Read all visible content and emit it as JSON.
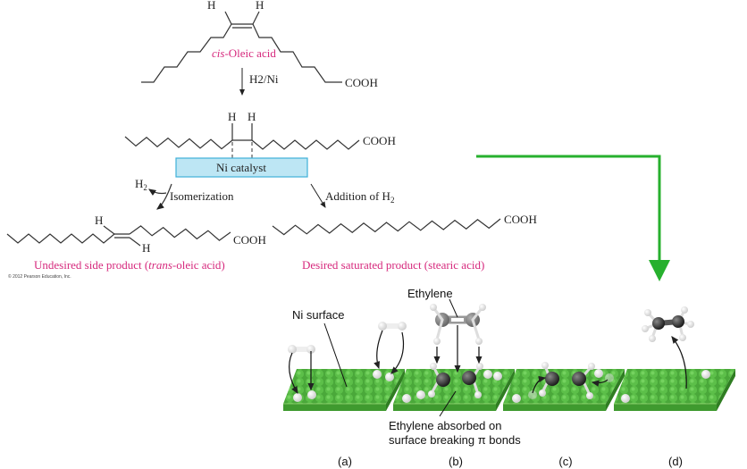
{
  "reaction": {
    "reactant_label_italic": "cis",
    "reactant_label_rest": "-Oleic acid",
    "reagent": "H2/Ni",
    "h_atom": "H",
    "cooh": "COOH",
    "catalyst_label": "Ni catalyst",
    "h2_label": "H2",
    "isomerization_label": "Isomerization",
    "addition_label": "Addition of H2",
    "side_product_pre": "Undesired side product (",
    "side_product_italic": "trans",
    "side_product_post": "-oleic acid)",
    "desired_product": "Desired saturated product (stearic acid)",
    "copyright": "© 2012 Pearson Education, Inc."
  },
  "mechanism": {
    "ni_surface_label": "Ni surface",
    "ethylene_label": "Ethylene",
    "absorbed_label_line1": "Ethylene absorbed on",
    "absorbed_label_line2": "surface breaking π bonds",
    "panels": [
      "(a)",
      "(b)",
      "(c)",
      "(d)"
    ]
  },
  "colors": {
    "magenta_text": "#d6297d",
    "catalyst_fill": "#bde6f4",
    "catalyst_border": "#3fb0d8",
    "green_arrow": "#27b02e",
    "surface_green": "#4fae3c",
    "carbon": "#333333",
    "hydrogen": "#ffffff"
  }
}
